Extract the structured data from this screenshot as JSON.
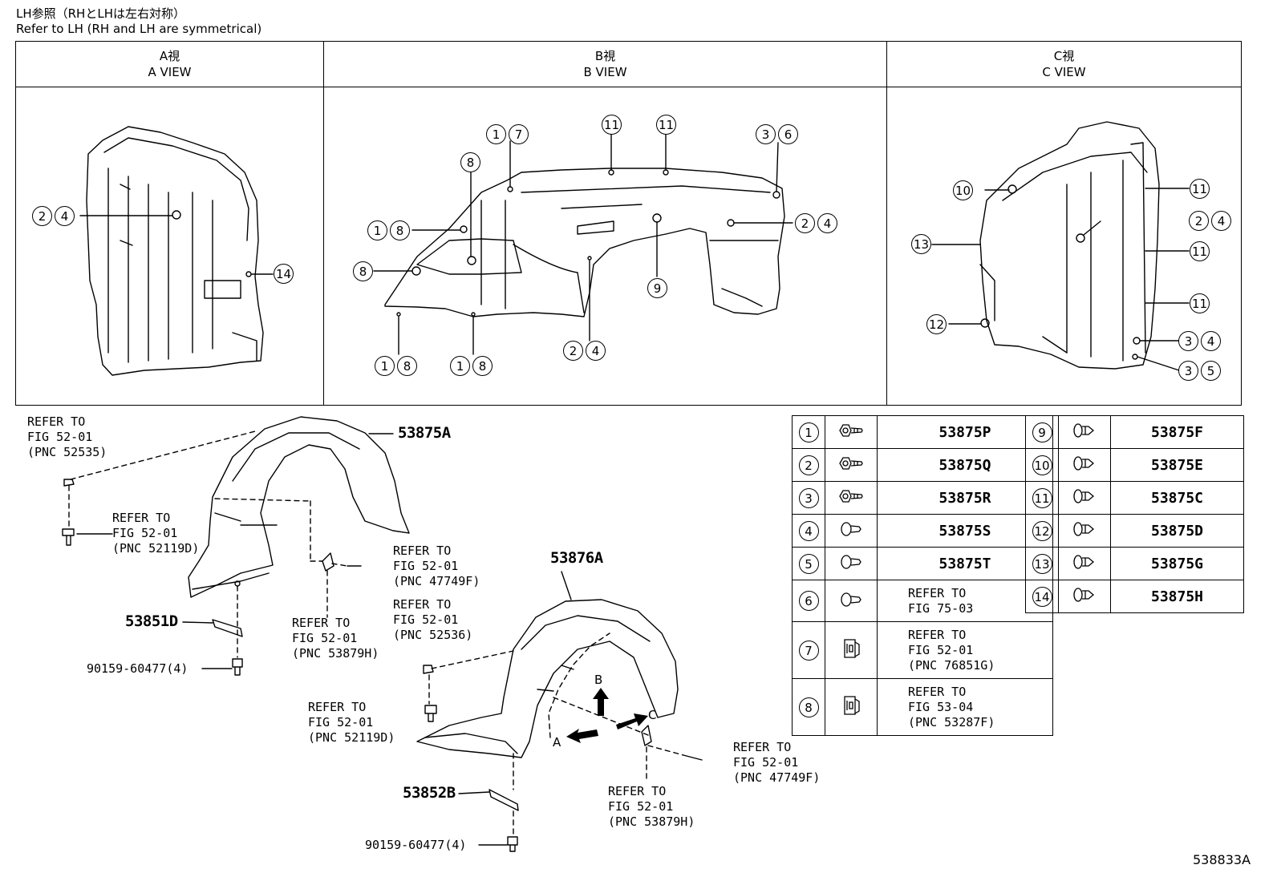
{
  "header": {
    "line1": "LH参照（RHとLHは左右対称）",
    "line2": "Refer to LH (RH and LH are symmetrical)"
  },
  "views": [
    {
      "jp": "A視",
      "en": "A VIEW"
    },
    {
      "jp": "B視",
      "en": "B VIEW"
    },
    {
      "jp": "C視",
      "en": "C VIEW"
    }
  ],
  "callouts": {
    "a_24": [
      "2",
      "4"
    ],
    "a_14": [
      "14"
    ],
    "b_17": [
      "1",
      "7"
    ],
    "b_8": [
      "8"
    ],
    "b_11a": [
      "11"
    ],
    "b_11b": [
      "11"
    ],
    "b_36": [
      "3",
      "6"
    ],
    "b_18a": [
      "1",
      "8"
    ],
    "b_8b": [
      "8"
    ],
    "b_24a": [
      "2",
      "4"
    ],
    "b_9": [
      "9"
    ],
    "b_24b": [
      "2",
      "4"
    ],
    "b_18b": [
      "1",
      "8"
    ],
    "b_18c": [
      "1",
      "8"
    ],
    "c_10": [
      "10"
    ],
    "c_11a": [
      "11"
    ],
    "c_24": [
      "2",
      "4"
    ],
    "c_13": [
      "13"
    ],
    "c_11b": [
      "11"
    ],
    "c_11c": [
      "11"
    ],
    "c_12": [
      "12"
    ],
    "c_34": [
      "3",
      "4"
    ],
    "c_35": [
      "3",
      "5"
    ]
  },
  "parts": {
    "p53875A": "53875A",
    "p53876A": "53876A",
    "p53851D": "53851D",
    "p53852B": "53852B",
    "p90159a": "90159-60477(4)",
    "p90159b": "90159-60477(4)"
  },
  "refs": {
    "r52535": "REFER TO\nFIG 52-01\n(PNC 52535)",
    "r52119a": "REFER TO\nFIG 52-01\n(PNC 52119D)",
    "r47749a": "REFER TO\nFIG 52-01\n(PNC 47749F)",
    "r52536": "REFER TO\nFIG 52-01\n(PNC 52536)",
    "r53879a": "REFER TO\nFIG 52-01\n(PNC 53879H)",
    "r52119b": "REFER TO\nFIG 52-01\n(PNC 52119D)",
    "r47749b": "REFER TO\nFIG 52-01\n(PNC 47749F)",
    "r53879b": "REFER TO\nFIG 52-01\n(PNC 53879H)"
  },
  "arrows": {
    "a": "A",
    "b": "B",
    "c": "C"
  },
  "legend_left": [
    {
      "num": "1",
      "icon": "screw-icon",
      "text": "53875P"
    },
    {
      "num": "2",
      "icon": "screw-icon",
      "text": "53875Q"
    },
    {
      "num": "3",
      "icon": "screw-icon",
      "text": "53875R"
    },
    {
      "num": "4",
      "icon": "clip-icon",
      "text": "53875S"
    },
    {
      "num": "5",
      "icon": "clip-icon",
      "text": "53875T"
    },
    {
      "num": "6",
      "icon": "clip-icon",
      "text": "REFER TO\nFIG 75-03"
    },
    {
      "num": "7",
      "icon": "nut-clip-icon",
      "text": "REFER TO\nFIG 52-01\n(PNC 76851G)"
    },
    {
      "num": "8",
      "icon": "nut-clip-icon",
      "text": "REFER TO\nFIG 53-04\n(PNC 53287F)"
    }
  ],
  "legend_right": [
    {
      "num": "9",
      "icon": "push-clip-icon",
      "text": "53875F"
    },
    {
      "num": "10",
      "icon": "push-clip-icon",
      "text": "53875E"
    },
    {
      "num": "11",
      "icon": "push-clip-icon",
      "text": "53875C"
    },
    {
      "num": "12",
      "icon": "push-clip-icon",
      "text": "53875D"
    },
    {
      "num": "13",
      "icon": "push-clip-icon",
      "text": "53875G"
    },
    {
      "num": "14",
      "icon": "push-clip-icon",
      "text": "53875H"
    }
  ],
  "figure_code": "538833A"
}
